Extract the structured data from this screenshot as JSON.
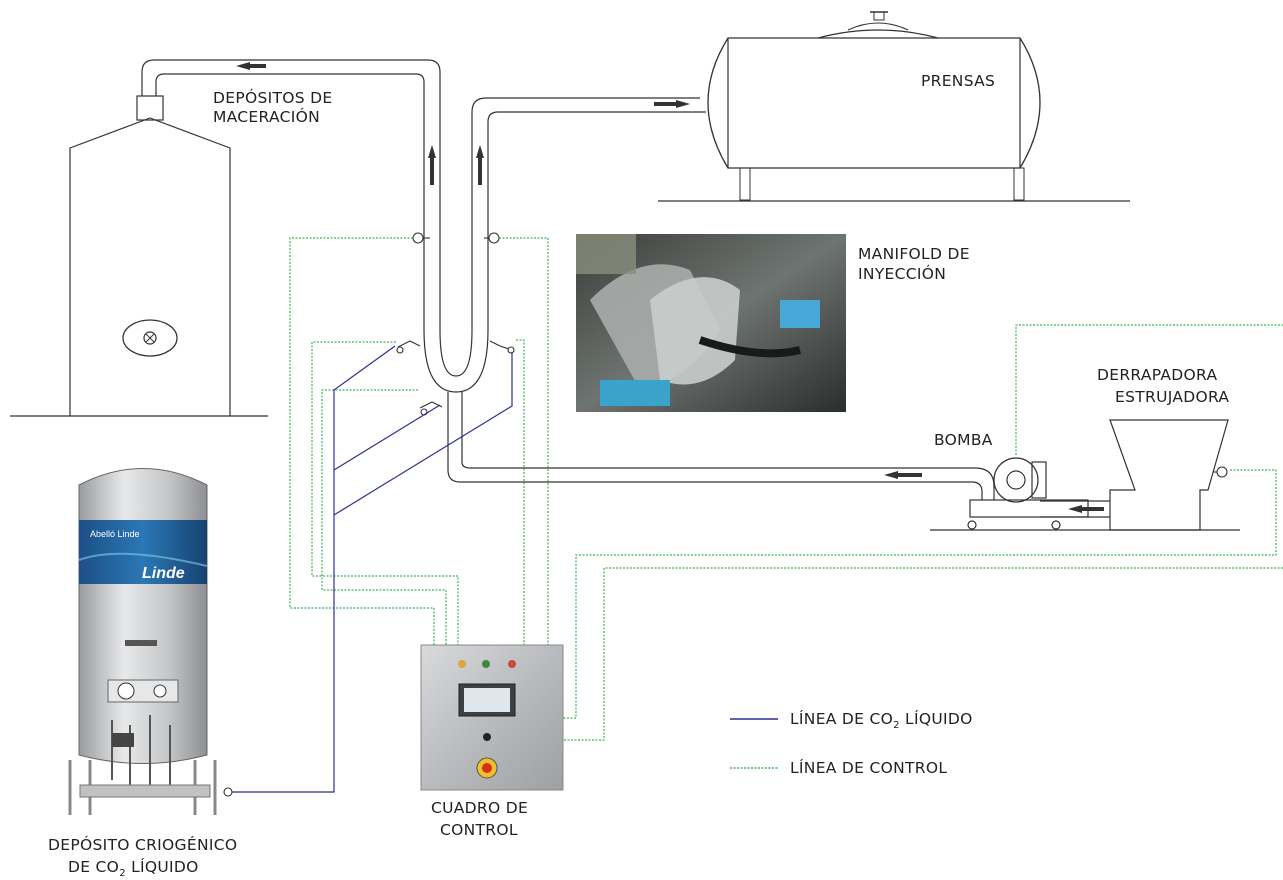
{
  "labels": {
    "maceration_line1": "DEPÓSITOS DE",
    "maceration_line2": "MACERACIÓN",
    "presses": "PRENSAS",
    "manifold_line1": "MANIFOLD DE",
    "manifold_line2": "INYECCIÓN",
    "destemmer_line1": "DERRAPADORA",
    "destemmer_line2": "ESTRUJADORA",
    "pump": "BOMBA",
    "control_panel_line1": "CUADRO DE",
    "control_panel_line2": "CONTROL",
    "cryo_tank_line1": "DEPÓSITO CRIOGÉNICO",
    "cryo_tank_line2_prefix": "DE CO",
    "cryo_tank_line2_sub": "2",
    "cryo_tank_line2_suffix": " LÍQUIDO"
  },
  "tank_branding": {
    "brand_small": "Abelló Linde",
    "brand_logo": "Linde"
  },
  "legend": {
    "co2_line_prefix": "LÍNEA DE CO",
    "co2_line_sub": "2",
    "co2_line_suffix": " LÍQUIDO",
    "control_line": "LÍNEA DE CONTROL"
  },
  "colors": {
    "co2_line": "#2b2f8f",
    "control_line": "#3db35a",
    "pipe_outline": "#333333",
    "tank_brand_band": "#1f5f9a"
  },
  "icons": {
    "valve": "valve-icon",
    "flow_arrow": "flow-arrow-icon",
    "manhole": "manhole-icon"
  }
}
